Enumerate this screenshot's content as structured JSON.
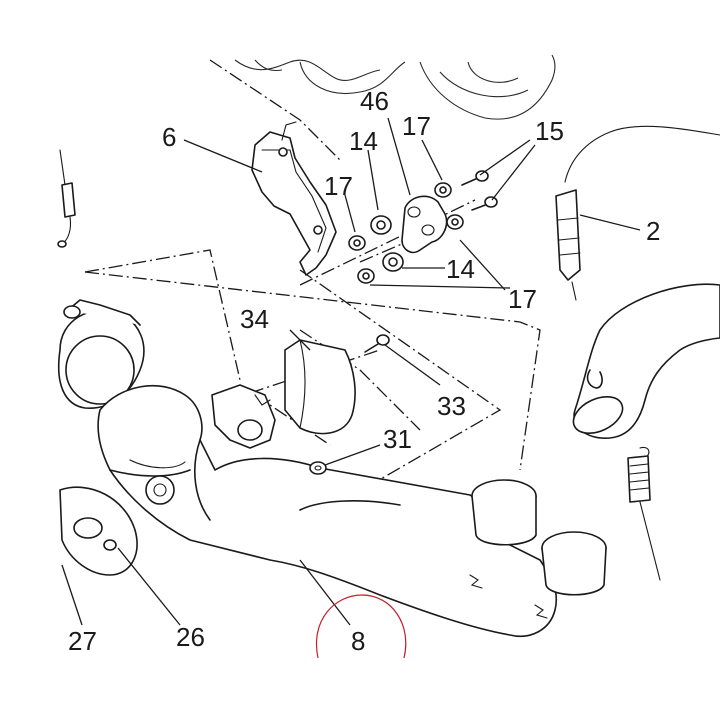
{
  "diagram": {
    "callouts": {
      "c6": "6",
      "c14a": "14",
      "c46": "46",
      "c17a": "17",
      "c15": "15",
      "c17b": "17",
      "c2": "2",
      "c14b": "14",
      "c17c": "17",
      "c34": "34",
      "c33": "33",
      "c31": "31",
      "c27": "27",
      "c26": "26",
      "c8": "8"
    },
    "highlight_color": "#c21f2b",
    "line_color": "#1a1a1a"
  }
}
